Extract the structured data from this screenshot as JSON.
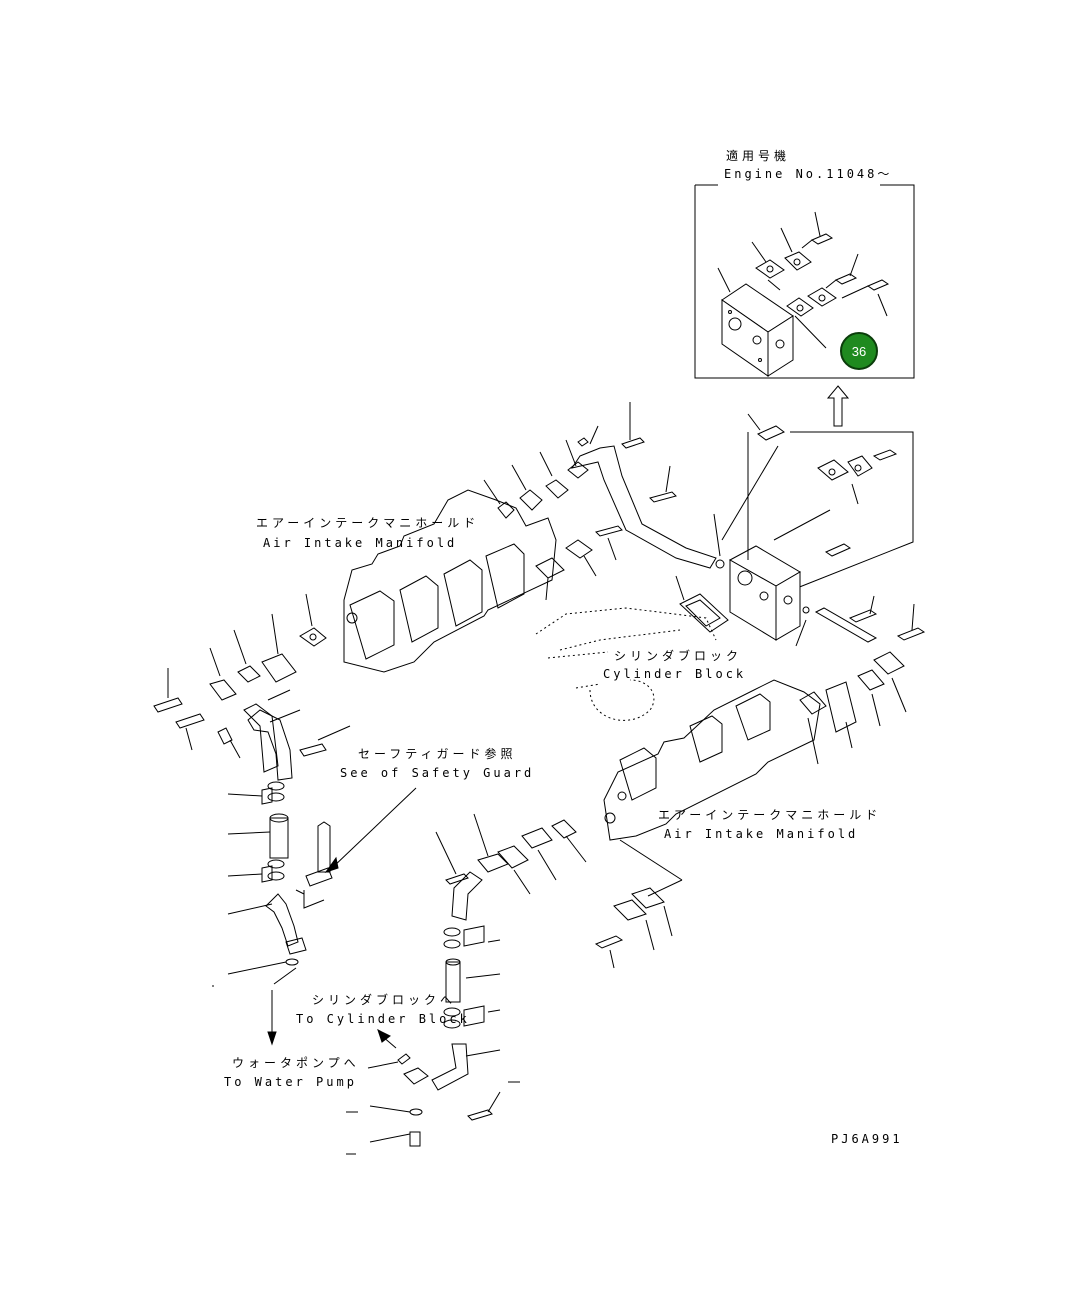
{
  "inset": {
    "title_jp": "適用号機",
    "title_en": "Engine No.11048～"
  },
  "labels": {
    "air_intake_upper_jp": "エアーインテークマニホールド",
    "air_intake_upper_en": "Air Intake Manifold",
    "cylinder_block_jp": "シリンダブロック",
    "cylinder_block_en": "Cylinder Block",
    "air_intake_lower_jp": "エアーインテークマニホールド",
    "air_intake_lower_en": "Air Intake Manifold",
    "safety_guard_jp": "セーフティガード参照",
    "safety_guard_en": "See of Safety Guard",
    "to_cylinder_jp": "シリンダブロックへ",
    "to_cylinder_en": "To Cylinder Block",
    "water_pump_jp": "ウォータポンプへ",
    "water_pump_en": "To Water Pump"
  },
  "callouts": [
    {
      "number": "36",
      "color": "#1f8a1f"
    }
  ],
  "drawing_code": "PJ6A991"
}
